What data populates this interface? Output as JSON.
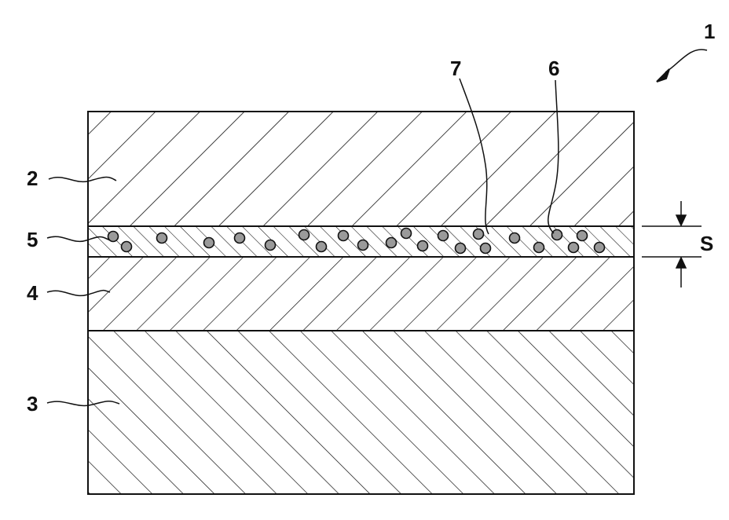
{
  "figure": {
    "reference_numerals": {
      "assembly": "1",
      "top_layer": "2",
      "base_layer": "3",
      "intermediate_layer": "4",
      "joining_layer": "5",
      "particle": "6",
      "matrix": "7"
    },
    "thickness_label": "S"
  },
  "colors": {
    "line": "#111111",
    "background": "#ffffff",
    "particle_fill": "#9a9a9a"
  }
}
